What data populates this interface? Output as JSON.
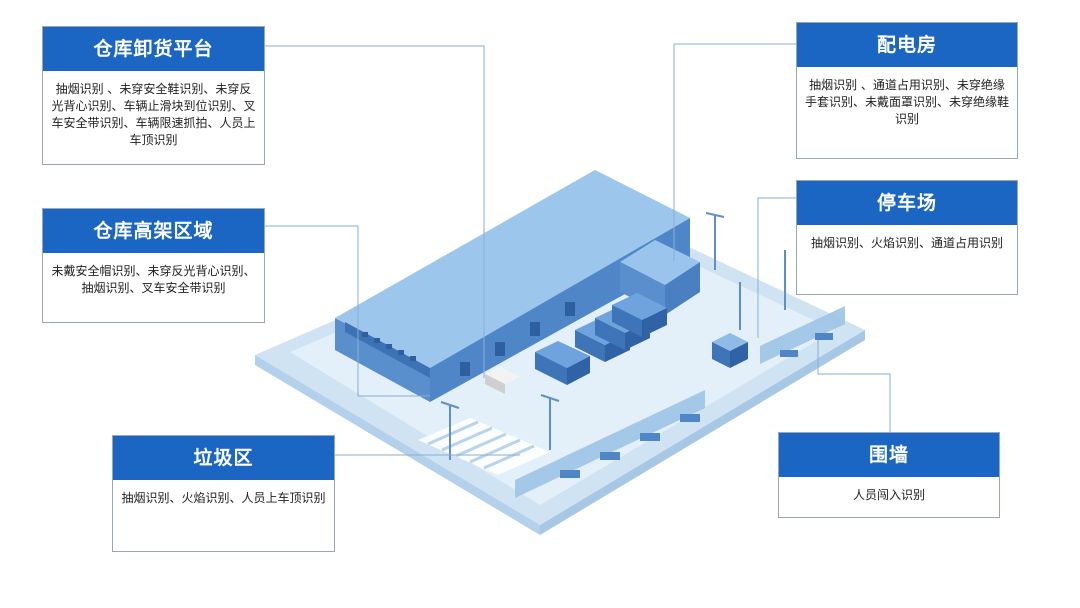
{
  "colors": {
    "accent": "#1a66c2",
    "platform": "#d7e9f6",
    "building": "#6a9fd6",
    "leader": "#8aaed4"
  },
  "callouts": [
    {
      "id": "unloading",
      "title": "仓库卸货平台",
      "desc": "抽烟识别 、未穿安全鞋识别、未穿反光背心识别、车辆止滑块到位识别、叉车安全带识别、车辆限速抓拍、人员上车顶识别"
    },
    {
      "id": "power",
      "title": "配电房",
      "desc": "抽烟识别 、通道占用识别、未穿绝缘手套识别、未戴面罩识别、未穿绝缘鞋识别"
    },
    {
      "id": "parking",
      "title": "停车场",
      "desc": "抽烟识别、火焰识别、通道占用识别"
    },
    {
      "id": "shelving",
      "title": "仓库高架区域",
      "desc": "未戴安全帽识别、未穿反光背心识别、抽烟识别、叉车安全带识别"
    },
    {
      "id": "garbage",
      "title": "垃圾区",
      "desc": "抽烟识别、火焰识别、人员上车顶识别"
    },
    {
      "id": "fence",
      "title": "围墙",
      "desc": "人员闯入识别"
    }
  ]
}
